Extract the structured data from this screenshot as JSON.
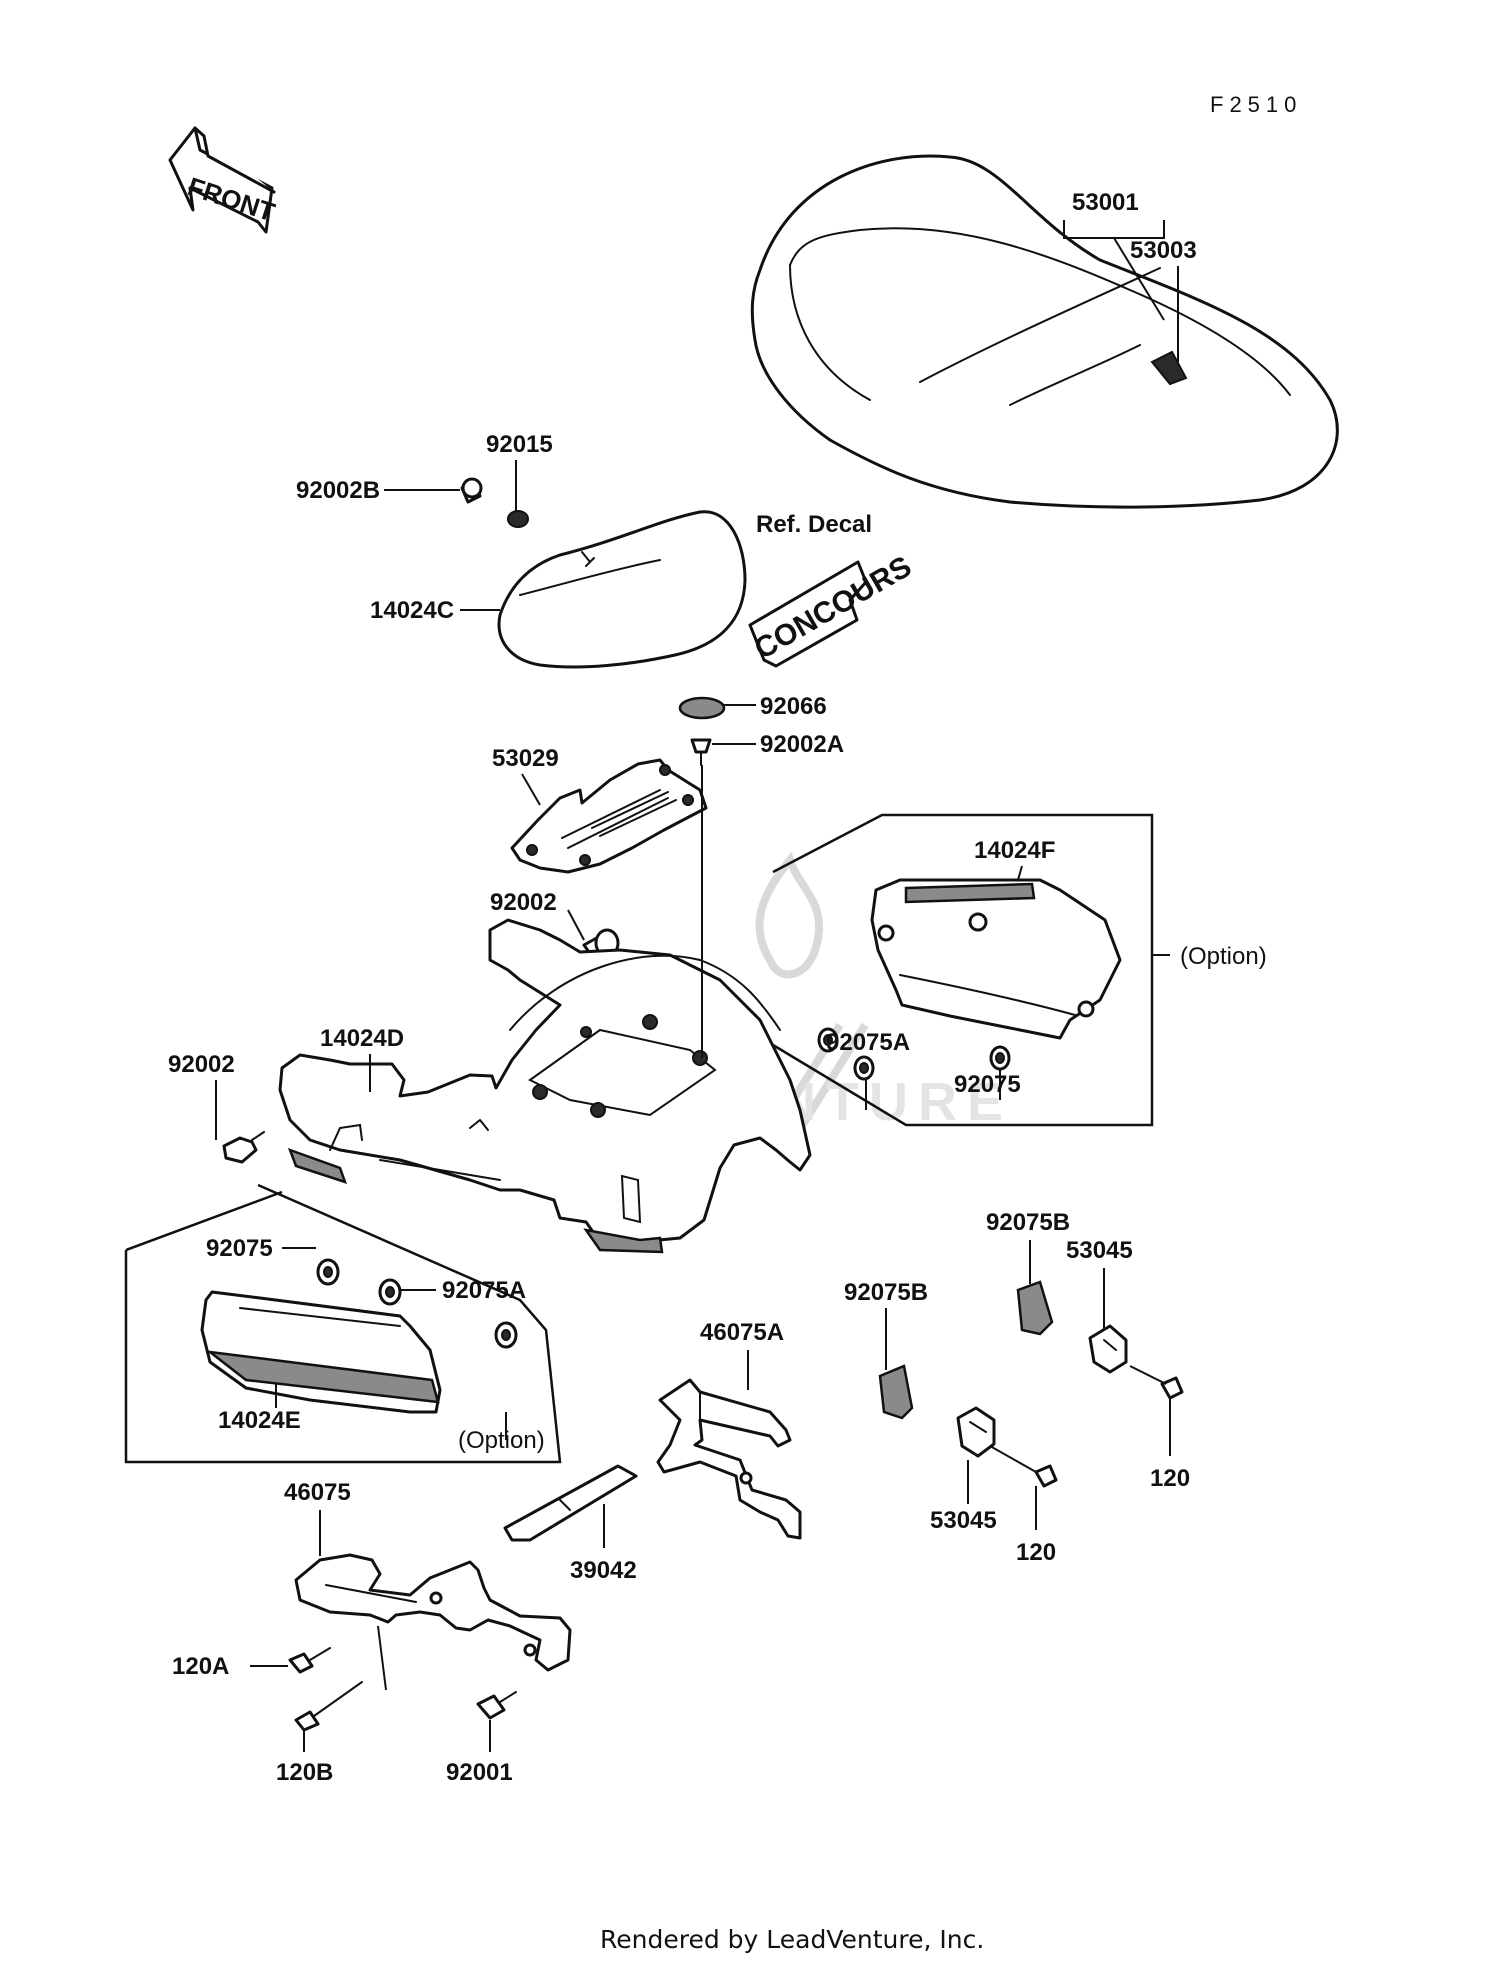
{
  "diagram_code": "F2510",
  "front_arrow_label": "FRONT",
  "decal_reference": "Ref. Decal",
  "decal_brand": "CONCOURS",
  "watermark": "LEADVENTURE",
  "footer": "Rendered by LeadVenture, Inc.",
  "option_label": "(Option)",
  "parts": {
    "p53001": "53001",
    "p53003": "53003",
    "p92015": "92015",
    "p92002B": "92002B",
    "p14024C": "14024C",
    "p92066": "92066",
    "p92002A": "92002A",
    "p53029": "53029",
    "p14024F": "14024F",
    "p92002_top": "92002",
    "p92075A_right": "92075A",
    "p92075_right": "92075",
    "p14024D": "14024D",
    "p92002_left": "92002",
    "p92075_left": "92075",
    "p92075A_left": "92075A",
    "p14024E": "14024E",
    "p92075B_upper": "92075B",
    "p53045_upper": "53045",
    "p92075B_lower": "92075B",
    "p46075A": "46075A",
    "p120_upper": "120",
    "p53045_lower": "53045",
    "p120_lower": "120",
    "p39042": "39042",
    "p46075": "46075",
    "p120A": "120A",
    "p120B": "120B",
    "p92001": "92001"
  }
}
